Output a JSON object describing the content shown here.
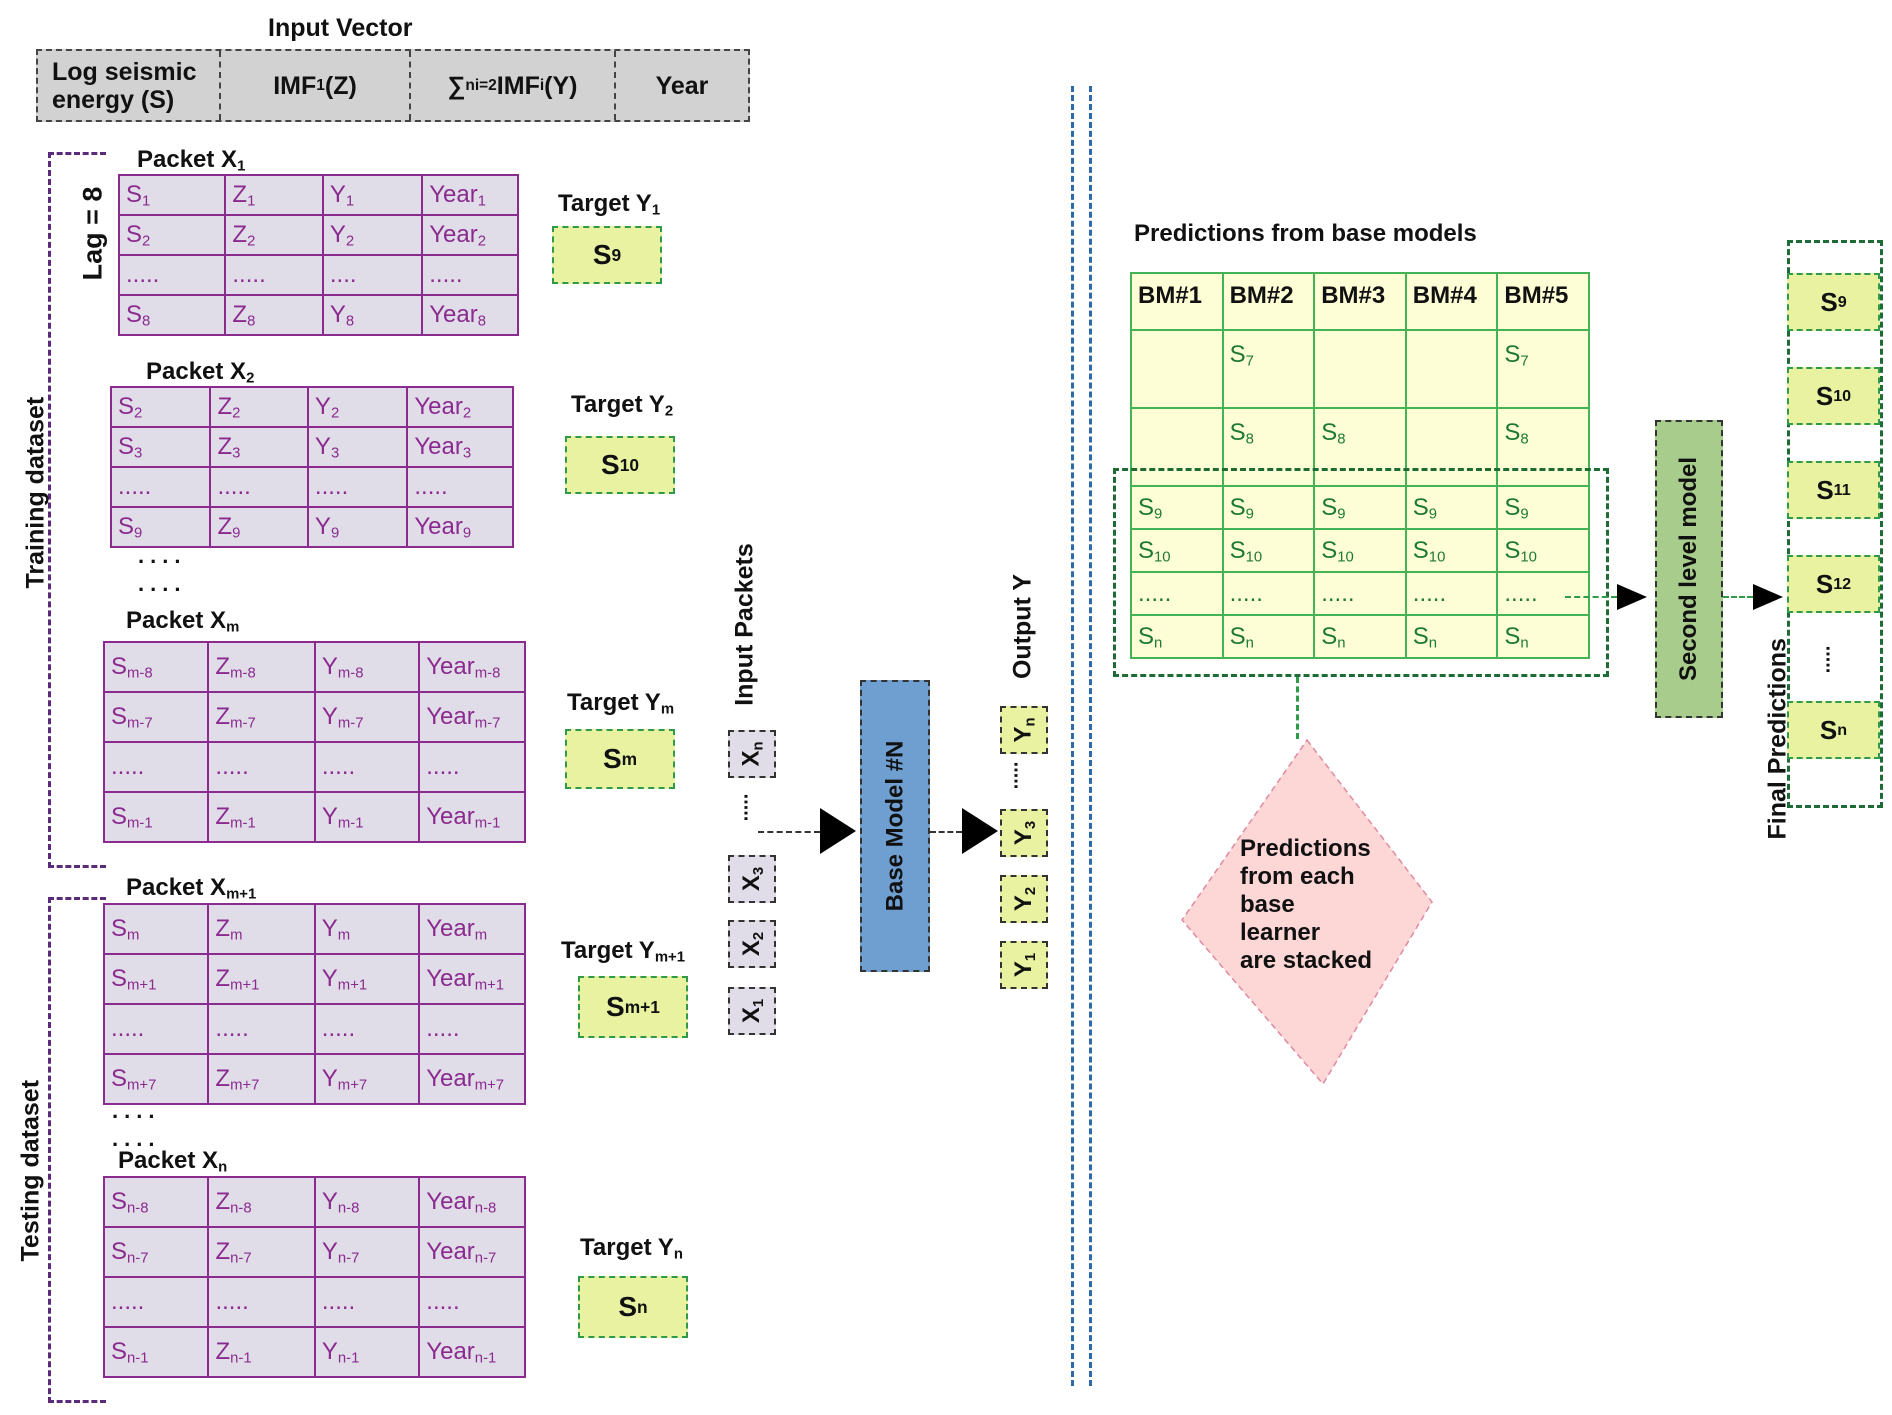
{
  "input_vector": {
    "title": "Input Vector",
    "columns": [
      {
        "html": "Log seismic<br>energy (S)"
      },
      {
        "html": "IMF<sub>1</sub>(Z)"
      },
      {
        "html": "&sum;<sup>n</sup><sub>i=2</sub> IMF<sub>i</sub>(Y)"
      },
      {
        "html": "Year"
      }
    ]
  },
  "labels": {
    "lag": "Lag = 8",
    "training": "Training dataset",
    "testing": "Testing dataset",
    "input_packets": "Input Packets",
    "output_y": "Output Y",
    "base_model": "Base Model #N",
    "second_level": "Second level model",
    "final_predictions": "Final Predictions",
    "predictions_title": "Predictions from base models",
    "diamond_text": [
      "Predictions",
      "from each",
      "base",
      "learner",
      "are stacked"
    ],
    "ellipsis_short": "....",
    "ellipsis_v": "....."
  },
  "packets": [
    {
      "label_html": "Packet X<sub>1</sub>",
      "target_label_html": "Target Y<sub>1</sub>",
      "target_html": "S<sub>9</sub>",
      "rows": [
        [
          "S<sub>1</sub>",
          "Z<sub>1</sub>",
          "Y<sub>1</sub>",
          "Year<sub>1</sub>"
        ],
        [
          "S<sub>2</sub>",
          "Z<sub>2</sub>",
          "Y<sub>2</sub>",
          "Year<sub>2</sub>"
        ],
        [
          ".....",
          ".....",
          "....",
          "....."
        ],
        [
          "S<sub>8</sub>",
          "Z<sub>8</sub>",
          "Y<sub>8</sub>",
          "Year<sub>8</sub>"
        ]
      ]
    },
    {
      "label_html": "Packet X<sub>2</sub>",
      "target_label_html": "Target Y<sub>2</sub>",
      "target_html": "S<sub>10</sub>",
      "rows": [
        [
          "S<sub>2</sub>",
          "Z<sub>2</sub>",
          "Y<sub>2</sub>",
          "Year<sub>2</sub>"
        ],
        [
          "S<sub>3</sub>",
          "Z<sub>3</sub>",
          "Y<sub>3</sub>",
          "Year<sub>3</sub>"
        ],
        [
          ".....",
          ".....",
          ".....",
          "....."
        ],
        [
          "S<sub>9</sub>",
          "Z<sub>9</sub>",
          "Y<sub>9</sub>",
          "Year<sub>9</sub>"
        ]
      ]
    },
    {
      "label_html": "Packet X<sub>m</sub>",
      "target_label_html": "Target Y<sub>m</sub>",
      "target_html": "S<sub>m</sub>",
      "rows": [
        [
          "S<sub>m-8</sub>",
          "Z<sub>m-8</sub>",
          "Y<sub>m-8</sub>",
          "Year<sub>m-8</sub>"
        ],
        [
          "S<sub>m-7</sub>",
          "Z<sub>m-7</sub>",
          "Y<sub>m-7</sub>",
          "Year<sub>m-7</sub>"
        ],
        [
          ".....",
          ".....",
          ".....",
          "....."
        ],
        [
          "S<sub>m-1</sub>",
          "Z<sub>m-1</sub>",
          "Y<sub>m-1</sub>",
          "Year<sub>m-1</sub>"
        ]
      ]
    },
    {
      "label_html": "Packet X<sub>m+1</sub>",
      "target_label_html": "Target Y<sub>m+1</sub>",
      "target_html": "S<sub>m+1</sub>",
      "rows": [
        [
          "S<sub>m</sub>",
          "Z<sub>m</sub>",
          "Y<sub>m</sub>",
          "Year<sub>m</sub>"
        ],
        [
          "S<sub>m+1</sub>",
          "Z<sub>m+1</sub>",
          "Y<sub>m+1</sub>",
          "Year<sub>m+1</sub>"
        ],
        [
          ".....",
          ".....",
          ".....",
          "....."
        ],
        [
          "S<sub>m+7</sub>",
          "Z<sub>m+7</sub>",
          "Y<sub>m+7</sub>",
          "Year<sub>m+7</sub>"
        ]
      ]
    },
    {
      "label_html": "Packet X<sub>n</sub>",
      "target_label_html": "Target Y<sub>n</sub>",
      "target_html": "S<sub>n</sub>",
      "rows": [
        [
          "S<sub>n-8</sub>",
          "Z<sub>n-8</sub>",
          "Y<sub>n-8</sub>",
          "Year<sub>n-8</sub>"
        ],
        [
          "S<sub>n-7</sub>",
          "Z<sub>n-7</sub>",
          "Y<sub>n-7</sub>",
          "Year<sub>n-7</sub>"
        ],
        [
          ".....",
          ".....",
          ".....",
          "....."
        ],
        [
          "S<sub>n-1</sub>",
          "Z<sub>n-1</sub>",
          "Y<sub>n-1</sub>",
          "Year<sub>n-1</sub>"
        ]
      ]
    }
  ],
  "input_boxes": [
    "X<sub>n</sub>",
    "X<sub>3</sub>",
    "X<sub>2</sub>",
    "X<sub>1</sub>"
  ],
  "output_boxes": [
    "Y<sub>n</sub>",
    "Y<sub>3</sub>",
    "Y<sub>2</sub>",
    "Y<sub>1</sub>"
  ],
  "predictions_table": {
    "headers": [
      "BM#1",
      "BM#2",
      "BM#3",
      "BM#4",
      "BM#5"
    ],
    "rows": [
      [
        "",
        "S<sub>7</sub>",
        "",
        "",
        "S<sub>7</sub>"
      ],
      [
        "",
        "S<sub>8</sub>",
        "S<sub>8</sub>",
        "",
        "S<sub>8</sub>"
      ],
      [
        "S<sub>9</sub>",
        "S<sub>9</sub>",
        "S<sub>9</sub>",
        "S<sub>9</sub>",
        "S<sub>9</sub>"
      ],
      [
        "S<sub>10</sub>",
        "S<sub>10</sub>",
        "S<sub>10</sub>",
        "S<sub>10</sub>",
        "S<sub>10</sub>"
      ],
      [
        ".....",
        ".....",
        ".....",
        ".....",
        "....."
      ],
      [
        "S<sub>n</sub>",
        "S<sub>n</sub>",
        "S<sub>n</sub>",
        "S<sub>n</sub>",
        "S<sub>n</sub>"
      ]
    ]
  },
  "final_predictions": [
    "S<sub>9</sub>",
    "S<sub>10</sub>",
    "S<sub>11</sub>",
    "S<sub>12</sub>",
    "S<sub>n</sub>"
  ],
  "colors": {
    "packet_fill": "#e0dde8",
    "packet_border": "#8b2a8f",
    "target_fill": "#e8f2a1",
    "base_model_fill": "#6f9fd0",
    "second_level_fill": "#a8cc8c",
    "prediction_fill": "#fdfdd6",
    "diamond_fill": "#fdd6d6"
  }
}
